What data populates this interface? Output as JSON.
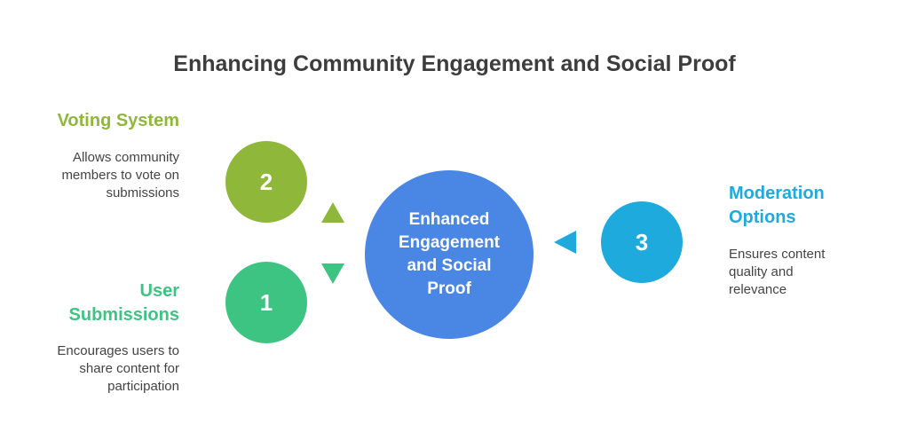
{
  "title": "Enhancing Community Engagement and Social Proof",
  "center": {
    "label": "Enhanced Engagement and Social Proof",
    "color": "#4a86e4"
  },
  "items": [
    {
      "number": "2",
      "heading": "Voting System",
      "description": "Allows community members to vote on submissions",
      "color": "#8fb83a"
    },
    {
      "number": "1",
      "heading": "User Submissions",
      "description": "Encourages users to share content for participation",
      "color": "#3ec482"
    },
    {
      "number": "3",
      "heading": "Moderation Options",
      "description": "Ensures content quality and relevance",
      "color": "#1eaadc"
    }
  ]
}
